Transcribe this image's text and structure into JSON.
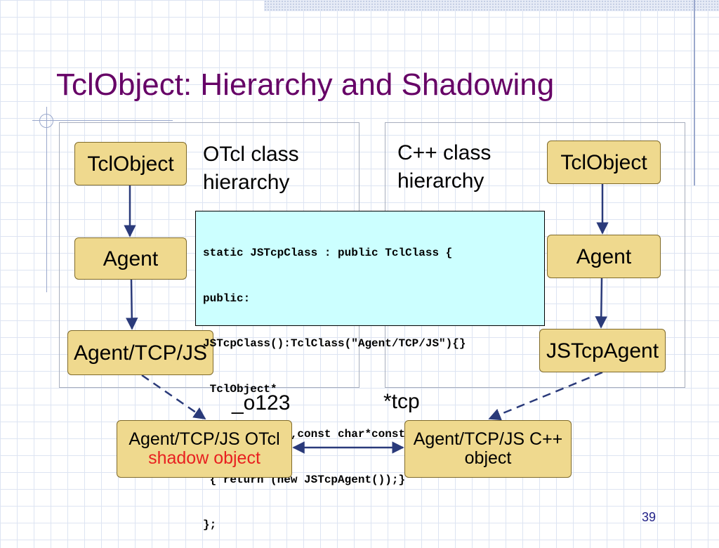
{
  "slide": {
    "title": "TclObject: Hierarchy and Shadowing",
    "page_number": "39"
  },
  "left_panel": {
    "label_line1": "OTcl class",
    "label_line2": "hierarchy",
    "nodes": [
      "TclObject",
      "Agent",
      "Agent/TCP/JS"
    ]
  },
  "right_panel": {
    "label_line1": "C++ class",
    "label_line2": "hierarchy",
    "nodes": [
      "TclObject",
      "Agent",
      "JSTcpAgent"
    ]
  },
  "code": {
    "lines": [
      "static JSTcpClass : public TclClass {",
      "public:",
      "JSTcpClass():TclClass(\"Agent/TCP/JS\"){}",
      " TclObject*",
      "   create(int,const char*const*)",
      " { return (new JSTcpAgent());}",
      "};"
    ]
  },
  "bottom": {
    "otcl_handle": "_o123",
    "cpp_handle": "*tcp",
    "otcl_shadow_line1": "Agent/TCP/JS OTcl",
    "otcl_shadow_line2": "shadow object",
    "cpp_object_line1": "Agent/TCP/JS C++",
    "cpp_object_line2": "object"
  },
  "colors": {
    "title": "#660066",
    "node_fill": "#efd98e",
    "code_fill": "#ccffff",
    "highlight": "#e82020",
    "arrow": "#2a3a7a"
  }
}
